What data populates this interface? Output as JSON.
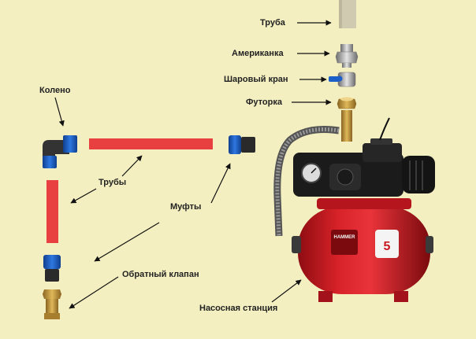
{
  "labels": {
    "pipe_top": "Труба",
    "union": "Американка",
    "ball_valve": "Шаровый кран",
    "bushing": "Футорка",
    "elbow": "Колено",
    "pipes": "Трубы",
    "couplings": "Муфты",
    "check_valve": "Обратный клапан",
    "pump_station": "Насосная станция"
  },
  "tank_branding": {
    "brand": "HAMMER",
    "badge_number": "5"
  },
  "colors": {
    "background": "#f3efc0",
    "pipe": "#e84040",
    "tank": "#c81820",
    "fitting_blue": "#1d5fc8",
    "brass": "#c89a3a",
    "motor": "#1b1b1b"
  }
}
